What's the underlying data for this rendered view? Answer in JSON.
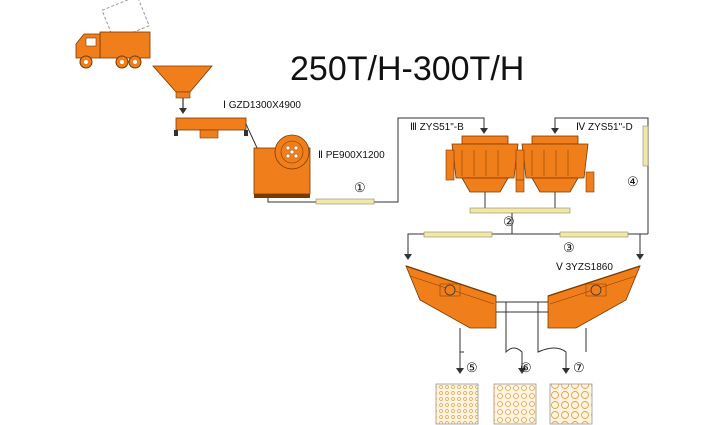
{
  "title": "250T/H-300T/H",
  "equipment": {
    "feeder": "Ⅰ  GZD1300X4900",
    "jaw_crusher": "Ⅱ  PE900X1200",
    "cone_crusher_b": "Ⅲ  ZYS51\"-B",
    "cone_crusher_d": "Ⅳ  ZYS51\"-D",
    "screen": "Ⅴ  3YZS1860"
  },
  "conveyors": {
    "c1": "①",
    "c2": "②",
    "c3": "③",
    "c4": "④"
  },
  "outputs": {
    "o5": "⑤",
    "o6": "⑥",
    "o7": "⑦"
  },
  "colors": {
    "machine_orange": "#F07E1A",
    "line_dark": "#333333",
    "conveyor_yellow": "#F2E8A0"
  }
}
